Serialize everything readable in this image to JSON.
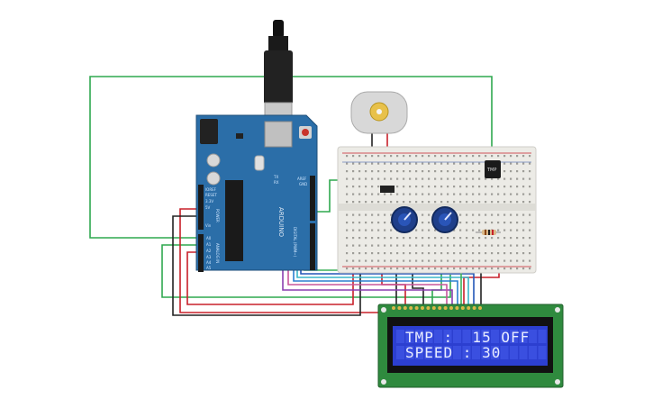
{
  "arduino": {
    "brand": "ARDUINO",
    "labels": {
      "aref": "AREF",
      "gnd": "GND",
      "digital": "DIGITAL (PWM~)",
      "power": "POWER",
      "analog_in": "ANALOG IN",
      "tx": "TX",
      "rx": "RX",
      "pin_a0": "A0",
      "pin_a1": "A1",
      "pin_a2": "A2",
      "pin_a3": "A3",
      "pin_a4": "A4",
      "pin_a5": "A5",
      "ioref": "IOREF",
      "reset": "RESET",
      "v33": "3.3V",
      "v5": "5V",
      "vin": "Vin"
    }
  },
  "sensor": {
    "label": "TMP"
  },
  "lcd": {
    "line1": "TMP :  15 OFF",
    "line2": "SPEED : 30"
  },
  "colors": {
    "arduino_board": "#2b6ea8",
    "lcd_board": "#2f8a3e",
    "lcd_screen": "#2c3fd0",
    "wire_green": "#2fa84f",
    "wire_red": "#c8202a",
    "wire_black": "#222222",
    "breadboard": "#ecebe6"
  },
  "icons": [
    "usb-cable-icon",
    "dc-motor-icon",
    "potentiometer-icon",
    "resistor-icon",
    "temperature-sensor-icon"
  ]
}
